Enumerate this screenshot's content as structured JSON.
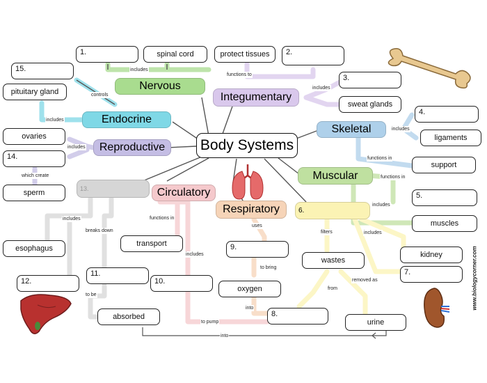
{
  "center_title": "Body Systems",
  "systems": {
    "nervous": "Nervous",
    "integumentary": "Integumentary",
    "endocrine": "Endocrine",
    "reproductive": "Reproductive",
    "skeletal": "Skeletal",
    "muscular": "Muscular",
    "circulatory": "Circulatory",
    "respiratory": "Respiratory"
  },
  "boxes": {
    "b1": "1.",
    "spinal_cord": "spinal cord",
    "protect_tissues": "protect tissues",
    "b2": "2.",
    "b15": "15.",
    "b3": "3.",
    "pituitary_gland": "pituitary gland",
    "sweat_glands": "sweat glands",
    "b4": "4.",
    "ovaries": "ovaries",
    "ligaments": "ligaments",
    "b14": "14.",
    "support": "support",
    "sperm": "sperm",
    "b13": "13.",
    "b5": "5.",
    "b6": "6.",
    "muscles": "muscles",
    "esophagus": "esophagus",
    "transport": "transport",
    "b9": "9.",
    "kidney": "kidney",
    "wastes": "wastes",
    "b11": "11.",
    "b7": "7.",
    "b12": "12.",
    "b10": "10.",
    "oxygen": "oxygen",
    "absorbed": "absorbed",
    "b8": "8.",
    "urine": "urine"
  },
  "links": {
    "includes_nervous": "includes",
    "functions_to": "functions to",
    "includes_integ": "includes",
    "controls": "controls",
    "includes_endocrine": "includes",
    "includes_repro": "includes",
    "which_create": "which create",
    "includes_skeletal": "includes",
    "functions_in_skeletal": "functions in",
    "functions_in_muscular": "functions in",
    "includes_muscular": "includes",
    "includes_digestive": "includes",
    "breaks_down": "breaks down",
    "functions_in_circ": "functions in",
    "includes_circ": "includes",
    "uses": "uses",
    "filters": "filters",
    "includes_excretory": "includes",
    "to_bring": "to bring",
    "from": "from",
    "removed_as": "removed as",
    "to_be": "to be",
    "into_resp": "into",
    "to_pump": "to pump",
    "into_bottom": "into"
  },
  "watermark": "www.biologycorner.com",
  "colors": {
    "nervous": "#a9dc8f",
    "integumentary": "#d9c8ec",
    "endocrine": "#7fd8e6",
    "reproductive": "#c4bde4",
    "skeletal": "#aed0ea",
    "muscular": "#bfe0a0",
    "circulatory": "#f5c9cc",
    "respiratory": "#f6d4b8",
    "digestive": "#d6d6d6",
    "excretory": "#fbf3b4"
  }
}
